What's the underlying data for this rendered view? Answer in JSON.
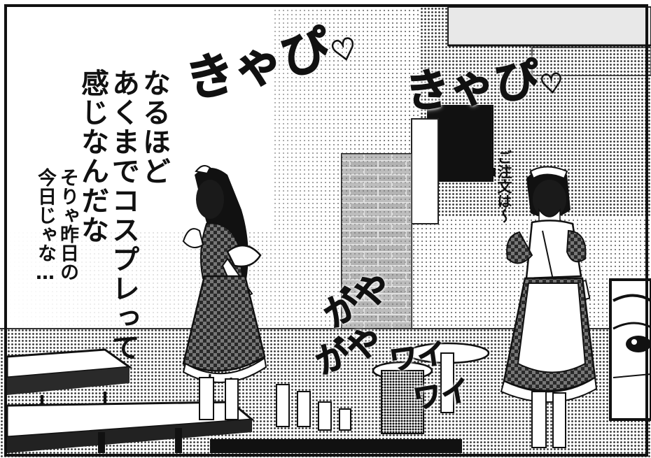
{
  "narration": {
    "lines": [
      "なるほど",
      "あくまでコスプレって",
      "感じなんだな"
    ]
  },
  "aside": {
    "lines": [
      "そりゃ昨日の",
      "今日じゃな…"
    ]
  },
  "speech": {
    "order": "ご注文は〜"
  },
  "sfx": {
    "kyapi_1": "きゃぴ",
    "kyapi_2": "きゃぴ",
    "heart": "♡",
    "gaya_1": "がや",
    "gaya_2": "がや",
    "wai_1": "ワイ",
    "wai_2": "ワイ"
  }
}
